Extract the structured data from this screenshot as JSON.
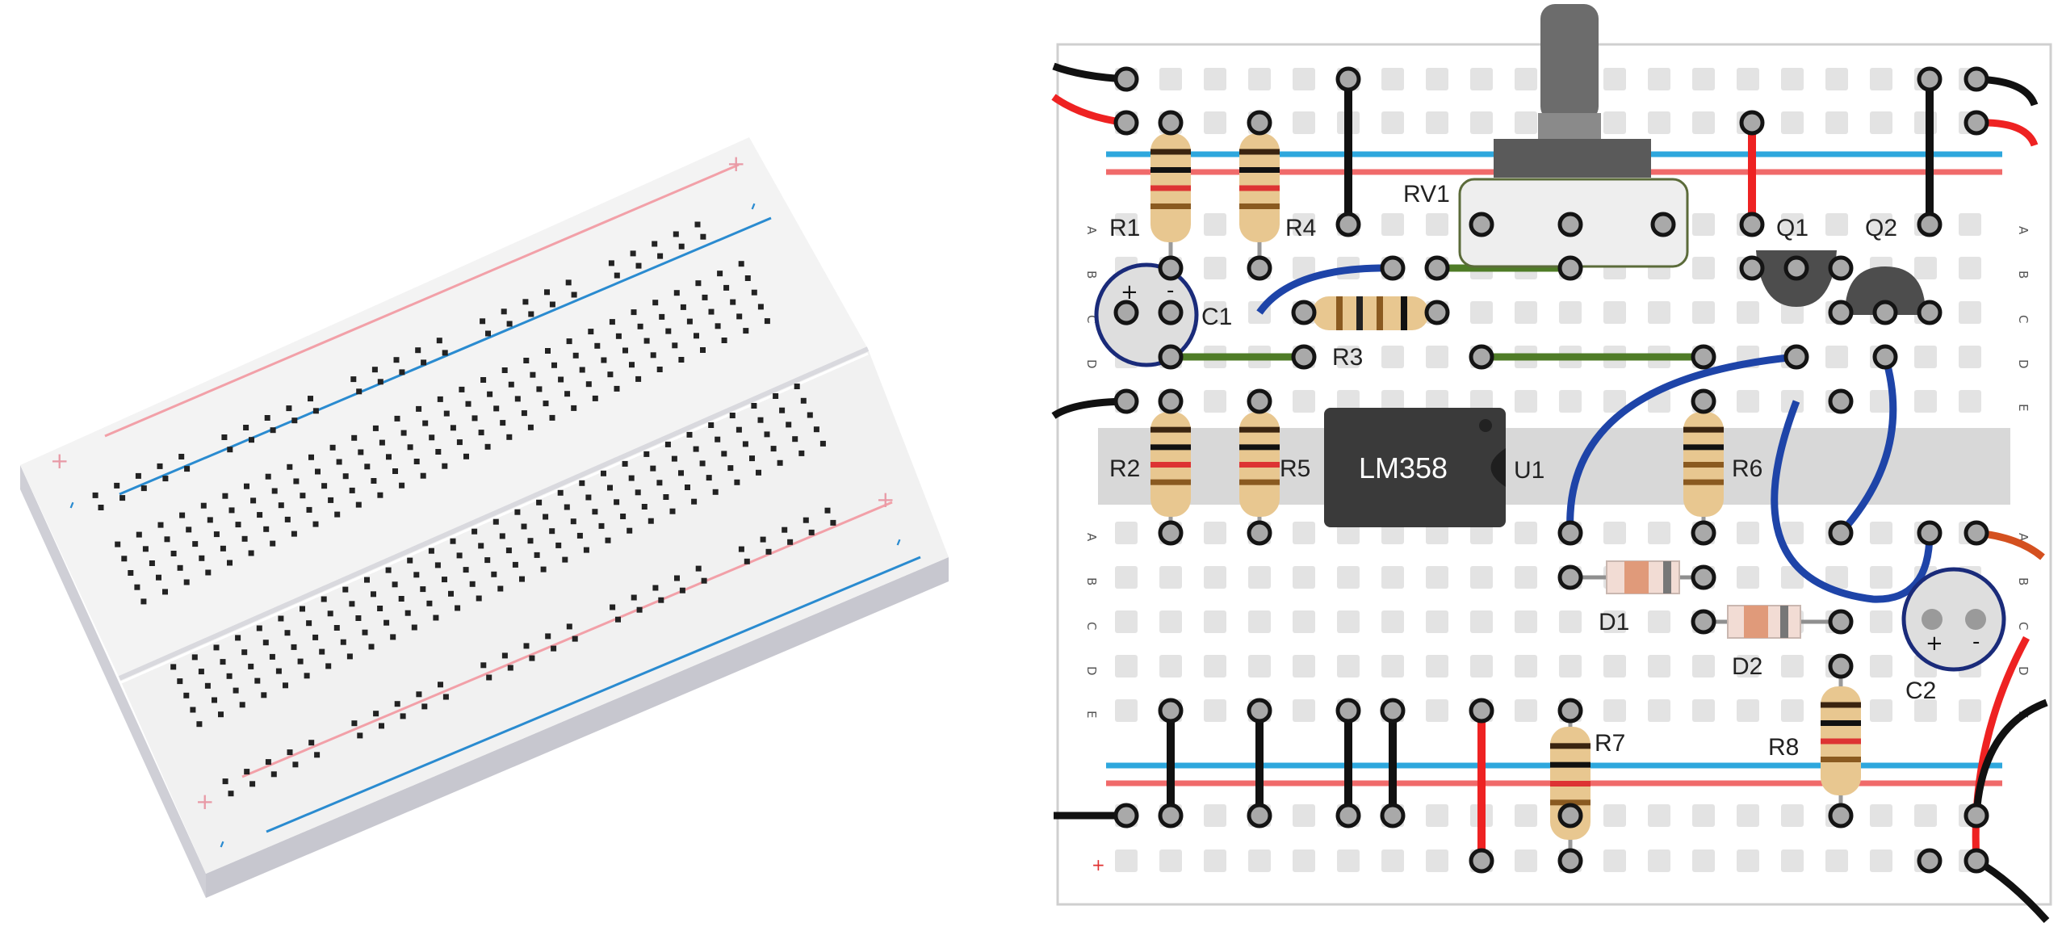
{
  "breadboard_3d": {
    "plus_sign": "+",
    "minus_sign": "-",
    "colors": {
      "top": "#f2f2f2",
      "side": "#d6d6dc",
      "red_rail": "#f2a0a8",
      "blue_rail": "#2a8bd0",
      "hole": "#222222"
    }
  },
  "circuit": {
    "row_letters_top": [
      "A",
      "B",
      "C",
      "D",
      "E"
    ],
    "row_letters_bottom": [
      "A",
      "B",
      "C",
      "D",
      "E"
    ],
    "plus_mark": "+",
    "labels": {
      "R1": "R1",
      "R4": "R4",
      "RV1": "RV1",
      "Q1": "Q1",
      "Q2": "Q2",
      "C1": "C1",
      "R3": "R3",
      "R2": "R2",
      "R5": "R5",
      "U1": "U1",
      "R6": "R6",
      "D1": "D1",
      "D2": "D2",
      "C2": "C2",
      "R7": "R7",
      "R8": "R8"
    },
    "ic_text": "LM358",
    "cap_plus": "+",
    "cap_minus": "-",
    "colors": {
      "board": "#ffffff",
      "hole": "#e3e3e3",
      "rail_red": "#f06a6a",
      "rail_blue": "#2ea7dd",
      "wire_black": "#111111",
      "wire_red": "#ee2222",
      "wire_blue": "#1e44a8",
      "wire_green": "#4f7c27",
      "resistor": "#e8c790",
      "ic": "#3a3a3a",
      "channel": "#d8d8d8"
    }
  }
}
